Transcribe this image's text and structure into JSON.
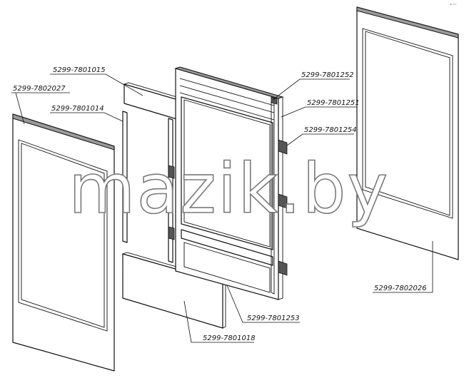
{
  "diagram": {
    "parts": [
      {
        "id": "p1",
        "label": "5299-7801015"
      },
      {
        "id": "p2",
        "label": "5299-7802027"
      },
      {
        "id": "p3",
        "label": "5299-7801014"
      },
      {
        "id": "p4",
        "label": "5299-7801252"
      },
      {
        "id": "p5",
        "label": "5299-7801251"
      },
      {
        "id": "p6",
        "label": "5299-7801254"
      },
      {
        "id": "p7",
        "label": "5299-7801253"
      },
      {
        "id": "p8",
        "label": "5299-7801018"
      },
      {
        "id": "p9",
        "label": "5299-7802026"
      }
    ],
    "watermark": "mazik.by",
    "corner_mark": "ᵈᵖ ⁿⁿⁿ"
  }
}
